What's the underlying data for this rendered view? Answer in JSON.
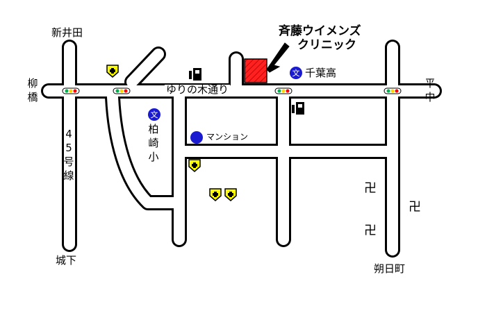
{
  "clinic": {
    "line1": "斉藤ウイメンズ",
    "line2": "クリニック",
    "color": "#ff2020"
  },
  "labels": {
    "top_left": "新井田",
    "left": "柳橋",
    "route": "45号線",
    "bottom_left": "城下",
    "right": "平中",
    "bottom_right": "朔日町",
    "road": "ゆりの木通り",
    "school_high": "千葉高",
    "school_elem": "柏崎小",
    "mansion": "マンション"
  },
  "icons": {
    "school": "school-icon",
    "hospital": "hospital-icon",
    "gas": "gas-station-icon",
    "temple": "temple-icon",
    "signal": "traffic-signal-icon",
    "mansion": "mansion-marker-icon"
  },
  "colors": {
    "school": "#1a1ad0",
    "hospital": "#ffff00",
    "signal_green": "#00b050",
    "signal_red": "#ff0000",
    "signal_yellow": "#ffd700"
  }
}
